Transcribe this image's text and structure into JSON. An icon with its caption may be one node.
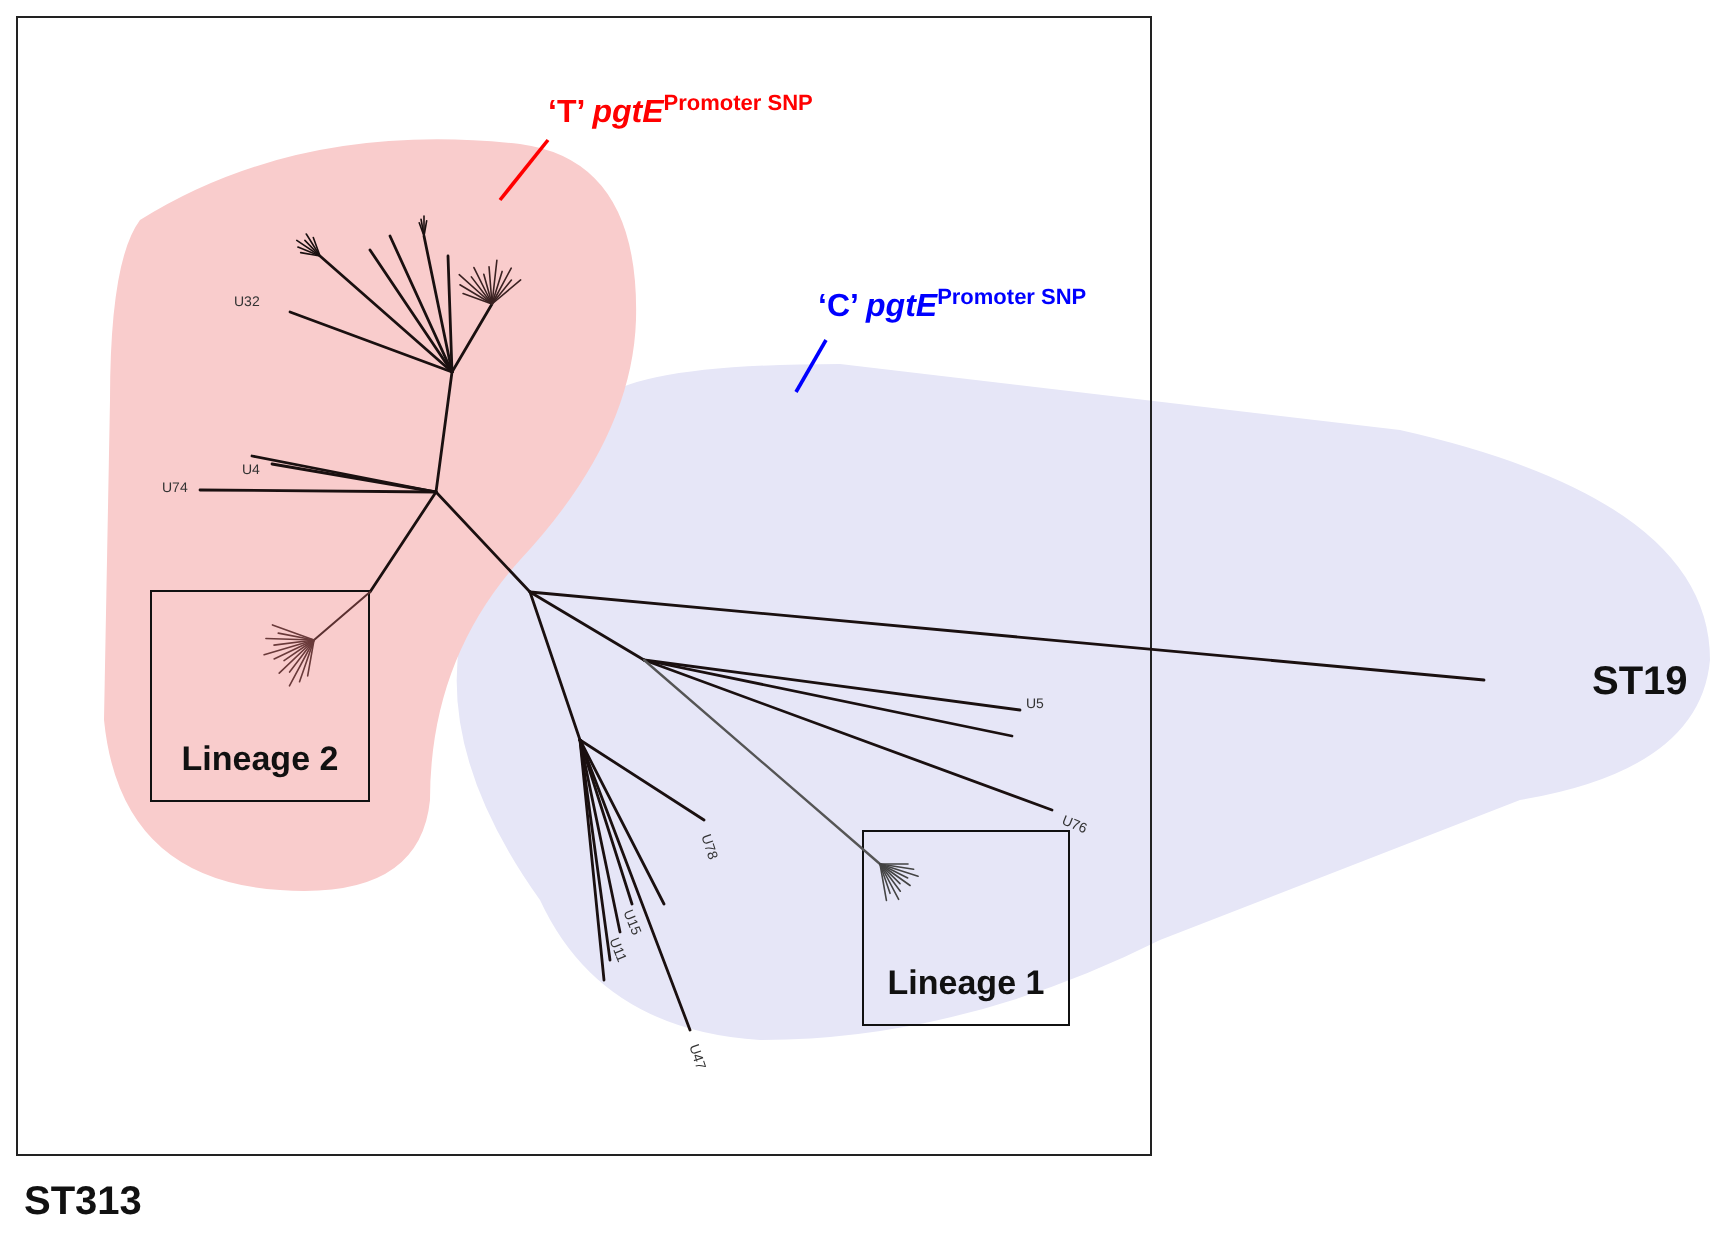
{
  "diagram": {
    "nodes": [
      {
        "text": [
          "ST313"
        ]
      },
      {
        "text": [
          "‘T’ *pgtE*$^{Promoter SNP}$"
        ],
        "in": 0
      },
      {
        "text": [],
        "shape": "cloud",
        "in": 0
      },
      {
        "text": [
          "‘C’ *pgtE*$^{Promoter SNP}$"
        ],
        "in": 0
      },
      {
        "text": [],
        "shape": "cloud"
      },
      {
        "text": [
          "Lineage 2"
        ],
        "in": 2
      },
      {
        "text": [
          "Lineage 1"
        ]
      }
    ],
    "edges": [
      {
        "from": 1,
        "to": 2,
        "arrow": "none",
        "color": "#ff0000"
      },
      {
        "from": 3,
        "to": 4,
        "arrow": "none",
        "color": "#0000ff"
      }
    ],
    "labels": [
      "ST19",
      "U32",
      "U74",
      "U4",
      "U5",
      "U76",
      "U78",
      "U15",
      "U11",
      "U47"
    ]
  }
}
